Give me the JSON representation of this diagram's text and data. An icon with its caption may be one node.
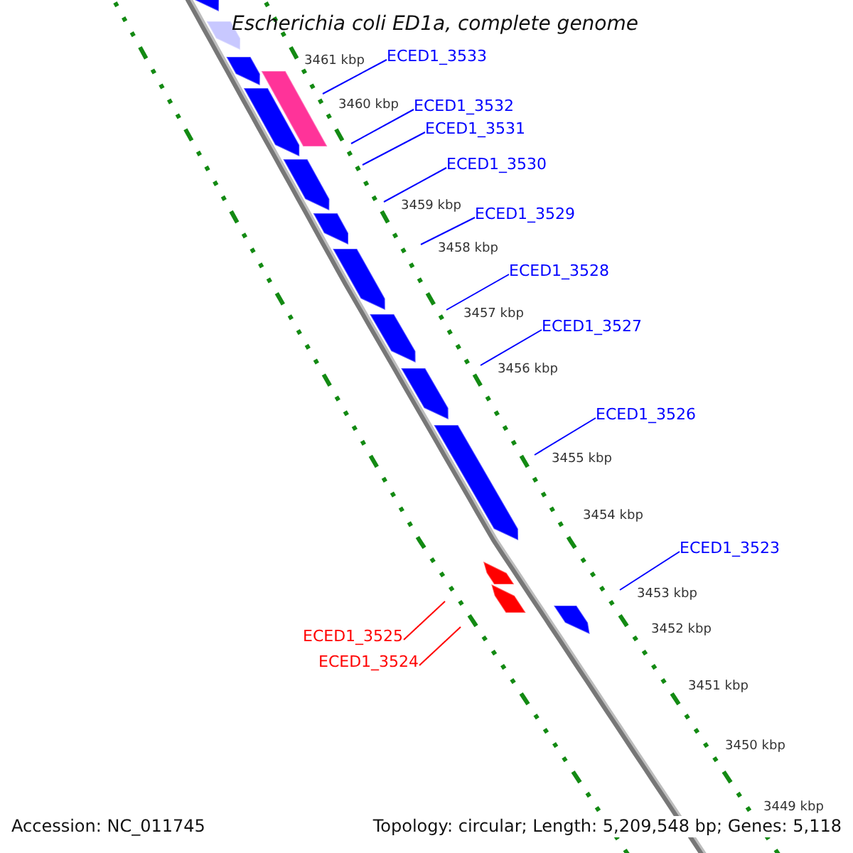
{
  "diagram": {
    "title": "Escherichia coli ED1a, complete genome",
    "nodes": [
      {
        "text": [
          "ECED1_3533"
        ]
      },
      {
        "text": [
          "ECED1_3532"
        ]
      },
      {
        "text": [
          "ECED1_3531"
        ]
      },
      {
        "text": [
          "ECED1_3530"
        ]
      },
      {
        "text": [
          "ECED1_3529"
        ]
      },
      {
        "text": [
          "ECED1_3528"
        ]
      },
      {
        "text": [
          "ECED1_3527"
        ]
      },
      {
        "text": [
          "ECED1_3526"
        ]
      },
      {
        "text": [
          "ECED1_3523"
        ]
      },
      {
        "text": [
          "ECED1_3525"
        ]
      },
      {
        "text": [
          "ECED1_3524"
        ]
      }
    ],
    "edges": [
      {
        "from": 0,
        "to": null,
        "arrow": "none"
      },
      {
        "from": 1,
        "to": null,
        "arrow": "none"
      },
      {
        "from": 2,
        "to": null,
        "arrow": "none"
      },
      {
        "from": 3,
        "to": null,
        "arrow": "none"
      },
      {
        "from": 4,
        "to": null,
        "arrow": "none"
      },
      {
        "from": 5,
        "to": null,
        "arrow": "none"
      },
      {
        "from": 6,
        "to": null,
        "arrow": "none"
      },
      {
        "from": 7,
        "to": null,
        "arrow": "none"
      },
      {
        "from": 8,
        "to": null,
        "arrow": "none"
      },
      {
        "from": 9,
        "to": null,
        "arrow": "none",
        "color": "#ff0000"
      },
      {
        "from": 10,
        "to": null,
        "arrow": "none",
        "color": "#ff0000"
      }
    ],
    "labels": [
      "3461 kbp",
      "3460 kbp",
      "3459 kbp",
      "3458 kbp",
      "3457 kbp",
      "3456 kbp",
      "3455 kbp",
      "3454 kbp",
      "3453 kbp",
      "3452 kbp",
      "3451 kbp",
      "3450 kbp",
      "3449 kbp",
      "Accession: NC_011745",
      "Topology: circular; Length: 5,209,548 bp; Genes: 5,118"
    ]
  }
}
